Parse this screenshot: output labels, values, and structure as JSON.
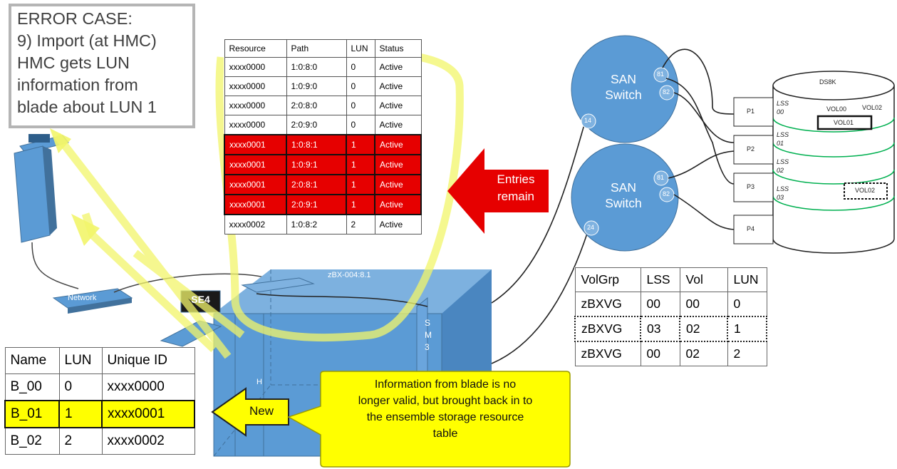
{
  "error_box": {
    "lines": [
      "ERROR CASE:",
      "9) Import (at HMC)",
      "HMC gets LUN",
      "information from",
      "blade about LUN 1"
    ]
  },
  "resource_table": {
    "headers": [
      "Resource",
      "Path",
      "LUN",
      "Status"
    ],
    "rows": [
      {
        "resource": "xxxx0000",
        "path": "1:0:8:0",
        "lun": "0",
        "status": "Active",
        "highlight": false
      },
      {
        "resource": "xxxx0000",
        "path": "1:0:9:0",
        "lun": "0",
        "status": "Active",
        "highlight": false
      },
      {
        "resource": "xxxx0000",
        "path": "2:0:8:0",
        "lun": "0",
        "status": "Active",
        "highlight": false
      },
      {
        "resource": "xxxx0000",
        "path": "2:0:9:0",
        "lun": "0",
        "status": "Active",
        "highlight": false
      },
      {
        "resource": "xxxx0001",
        "path": "1:0:8:1",
        "lun": "1",
        "status": "Active",
        "highlight": true
      },
      {
        "resource": "xxxx0001",
        "path": "1:0:9:1",
        "lun": "1",
        "status": "Active",
        "highlight": true
      },
      {
        "resource": "xxxx0001",
        "path": "2:0:8:1",
        "lun": "1",
        "status": "Active",
        "highlight": true
      },
      {
        "resource": "xxxx0001",
        "path": "2:0:9:1",
        "lun": "1",
        "status": "Active",
        "highlight": true
      },
      {
        "resource": "xxxx0002",
        "path": "1:0:8:2",
        "lun": "2",
        "status": "Active",
        "highlight": false
      }
    ]
  },
  "entries_arrow": {
    "line1": "Entries",
    "line2": "remain",
    "color": "#e60000"
  },
  "san_switch_1": {
    "label_line1": "SAN",
    "label_line2": "Switch",
    "port_a": "81",
    "port_b": "82",
    "port_c": "14"
  },
  "san_switch_2": {
    "label_line1": "SAN",
    "label_line2": "Switch",
    "port_a": "81",
    "port_b": "82",
    "port_c": "24"
  },
  "storage": {
    "name": "DS8K",
    "ports": [
      "P1",
      "P2",
      "P3",
      "P4"
    ],
    "lss_labels": [
      "LSS",
      "00",
      "LSS",
      "01",
      "LSS",
      "02",
      "LSS",
      "03"
    ],
    "volumes": [
      "VOL00",
      "VOL02",
      "VOL01",
      "VOL02"
    ]
  },
  "vol_table": {
    "headers": [
      "VolGrp",
      "LSS",
      "Vol",
      "LUN"
    ],
    "rows": [
      {
        "volgrp": "zBXVG",
        "lss": "00",
        "vol": "00",
        "lun": "0",
        "dashed": false
      },
      {
        "volgrp": "zBXVG",
        "lss": "03",
        "vol": "02",
        "lun": "1",
        "dashed": true
      },
      {
        "volgrp": "zBXVG",
        "lss": "00",
        "vol": "02",
        "lun": "2",
        "dashed": false
      }
    ]
  },
  "zbx": {
    "label": "zBX-004:8.1",
    "sm_letters": [
      "S",
      "M",
      "3"
    ],
    "side_label": "H"
  },
  "network": {
    "label": "Network"
  },
  "se4": {
    "label": "SE4"
  },
  "blade_table": {
    "headers": [
      "Name",
      "LUN",
      "Unique ID"
    ],
    "rows": [
      {
        "name": "B_00",
        "lun": "0",
        "uid": "xxxx0000",
        "highlight": false
      },
      {
        "name": "B_01",
        "lun": "1",
        "uid": "xxxx0001",
        "highlight": true
      },
      {
        "name": "B_02",
        "lun": "2",
        "uid": "xxxx0002",
        "highlight": false
      }
    ]
  },
  "new_arrow": {
    "label": "New",
    "color": "#ffff00"
  },
  "callout": {
    "lines": [
      "Information from blade is no",
      "longer valid, but brought back in to",
      "the ensemble storage resource",
      "table"
    ],
    "color": "#ffff00"
  },
  "colors": {
    "blue_shape": "#5b9bd5",
    "blue_dark": "#41719c",
    "red": "#e60000",
    "yellow_path": "#f2f56a",
    "storage_line": "#00b050"
  }
}
